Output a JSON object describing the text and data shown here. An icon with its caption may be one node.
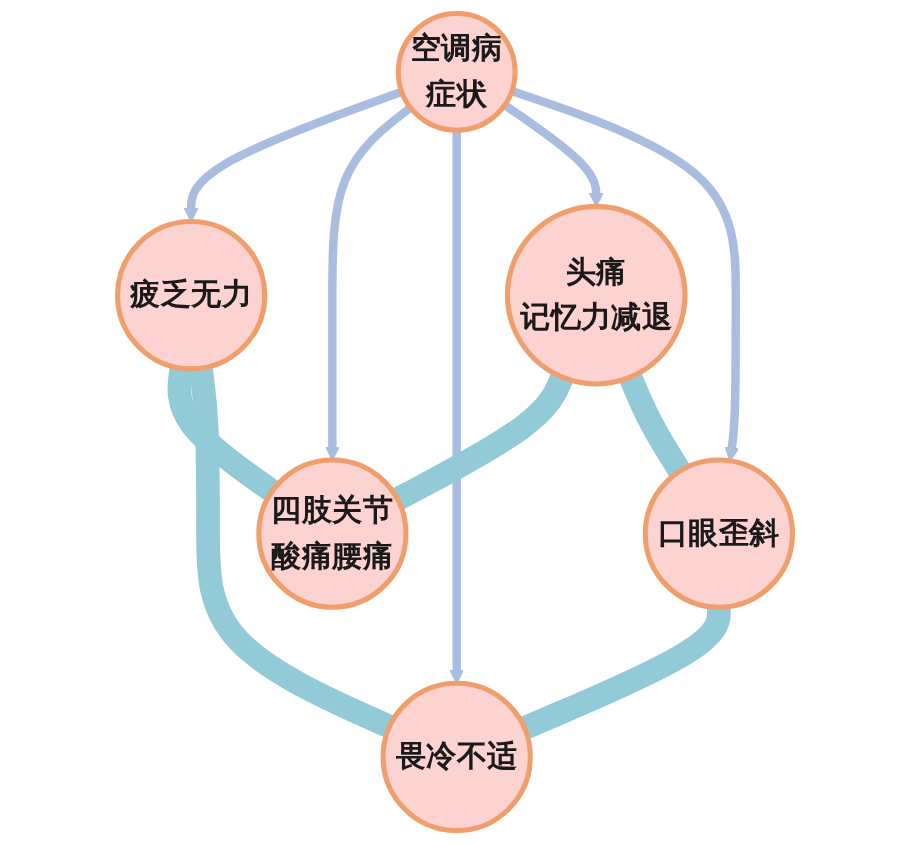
{
  "diagram": {
    "nodes": [
      {
        "text": [
          "疲乏无力"
        ]
      },
      {
        "text": [
          "四肢关节酸痛腰痛"
        ]
      },
      {
        "text": [
          "空调病症状"
        ]
      },
      {
        "text": [
          "畏冷不适"
        ]
      },
      {
        "text": [
          "头痛记忆力减退"
        ]
      },
      {
        "text": [
          "口眼歪斜"
        ]
      }
    ],
    "edges": [
      {
        "from": 2,
        "to": 0,
        "arrow": "to"
      },
      {
        "from": 2,
        "to": 1,
        "arrow": "to"
      },
      {
        "from": 2,
        "to": 3,
        "arrow": "to"
      },
      {
        "from": 2,
        "to": 4,
        "arrow": "to"
      },
      {
        "from": 2,
        "to": 5,
        "arrow": "to"
      },
      {
        "from": 0,
        "to": 1,
        "arrow": "none",
        "style": "thick",
        "color": "#92cad8"
      },
      {
        "from": 1,
        "to": 4,
        "arrow": "none",
        "style": "thick",
        "color": "#92cad8"
      },
      {
        "from": 4,
        "to": 5,
        "arrow": "none",
        "style": "thick",
        "color": "#92cad8"
      },
      {
        "from": 5,
        "to": 3,
        "arrow": "none",
        "style": "thick",
        "color": "#92cad8"
      },
      {
        "from": 3,
        "to": 0,
        "arrow": "none",
        "style": "thick",
        "color": "#92cad8"
      }
    ]
  }
}
